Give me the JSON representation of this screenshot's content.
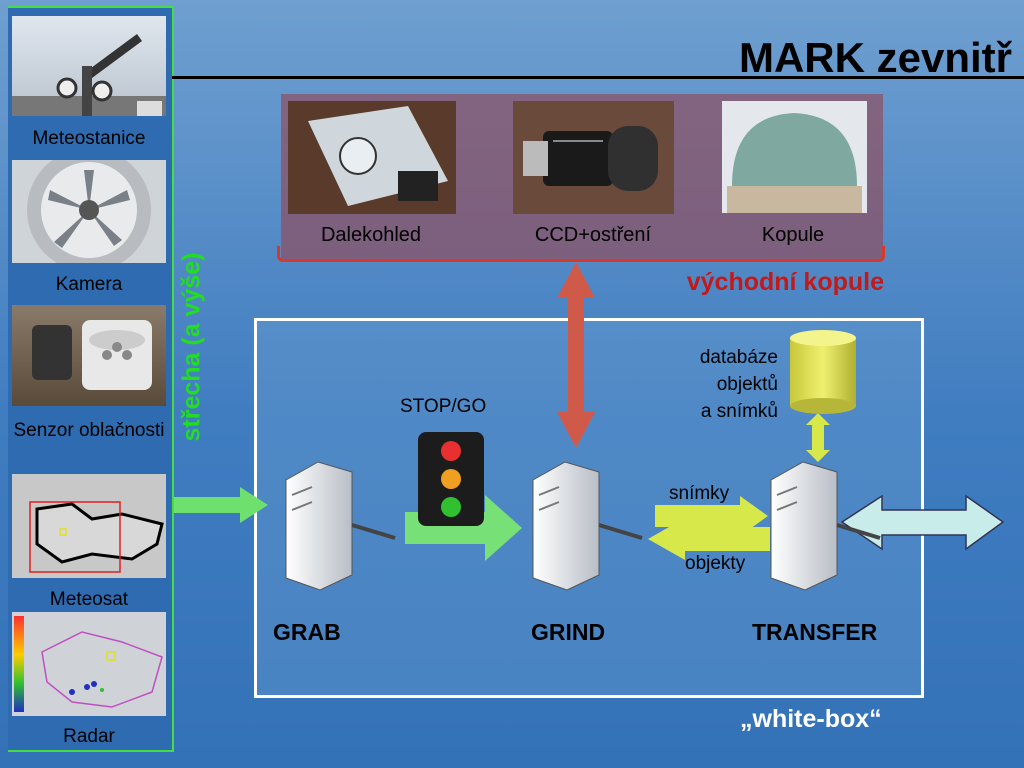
{
  "header": {
    "title": "MARK zevnitř"
  },
  "sidebar": {
    "vertical_label": "střecha (a výše)",
    "items": [
      {
        "label": "Meteostanice"
      },
      {
        "label": "Kamera"
      },
      {
        "label": "Senzor oblačnosti"
      },
      {
        "label": "Meteosat"
      },
      {
        "label": "Radar"
      }
    ]
  },
  "dome": {
    "caption": "východní kopule",
    "items": [
      {
        "label": "Dalekohled"
      },
      {
        "label": "CCD+ostření"
      },
      {
        "label": "Kopule"
      }
    ]
  },
  "white_box": {
    "caption": "„white-box“",
    "stop_go": "STOP/GO",
    "servers": [
      {
        "label": "GRAB"
      },
      {
        "label": "GRIND"
      },
      {
        "label": "TRANSFER"
      }
    ],
    "flow": {
      "snimky": "snímky",
      "objekty": "objekty"
    },
    "database": {
      "line1": "databáze",
      "line2": "objektů",
      "line3": "a snímků"
    }
  },
  "colors": {
    "accent_green": "#44dd44",
    "dome_red": "#c21a1a",
    "db_yellow": "#e6e64a"
  }
}
